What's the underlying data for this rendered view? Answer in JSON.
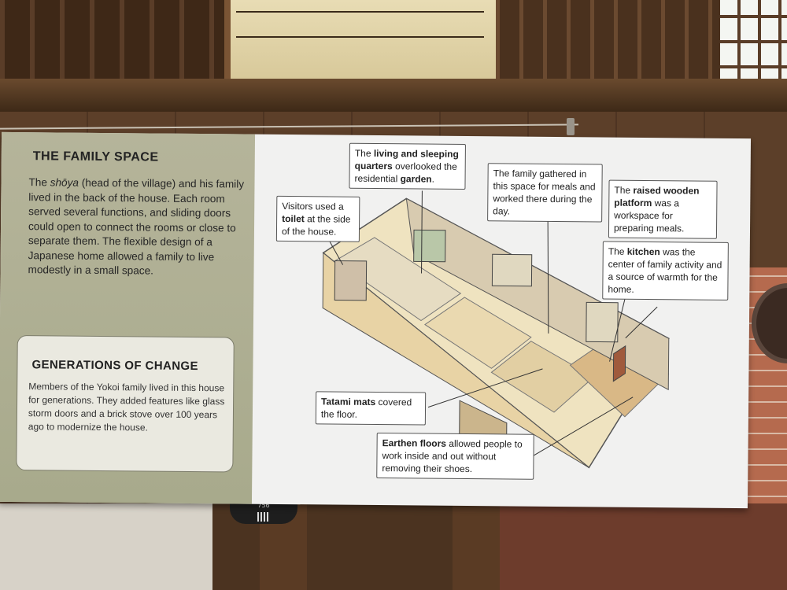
{
  "family_space": {
    "title": "THE FAMILY SPACE",
    "body_part1": "The ",
    "body_shoya": "shōya",
    "body_part2": " (head of the village) and his family lived in the back of the house. Each room served several functions, and sliding doors could open to connect the rooms or close to separate them. The flexible design of a Japanese home allowed a family to live modestly in a small space."
  },
  "generations": {
    "title": "GENERATIONS OF CHANGE",
    "body": "Members of the Yokoi family lived in this house for generations. They added features like glass storm doors and a brick stove over 100 years ago to modernize the house."
  },
  "callouts": {
    "toilet": {
      "pre": "Visitors used a ",
      "bold": "toilet",
      "post": " at the side of the house."
    },
    "living": {
      "bold1": "living and sleeping quarters",
      "pre": "The ",
      "mid": " overlooked the residential ",
      "bold2": "garden",
      "post": "."
    },
    "gathered": {
      "text": "The family gathered in this space for meals and worked there during the day."
    },
    "platform": {
      "pre": "The ",
      "bold": "raised wooden platform",
      "post": " was a workspace for preparing meals."
    },
    "kitchen": {
      "pre": "The ",
      "bold": "kitchen",
      "post": " was the center of family activity and a source of warmth for the home."
    },
    "tatami": {
      "bold": "Tatami mats",
      "post": " covered the floor."
    },
    "earthen": {
      "bold": "Earthen floors",
      "post": " allowed people to work inside and out without removing their shoes."
    }
  },
  "badge": {
    "number": "756"
  }
}
